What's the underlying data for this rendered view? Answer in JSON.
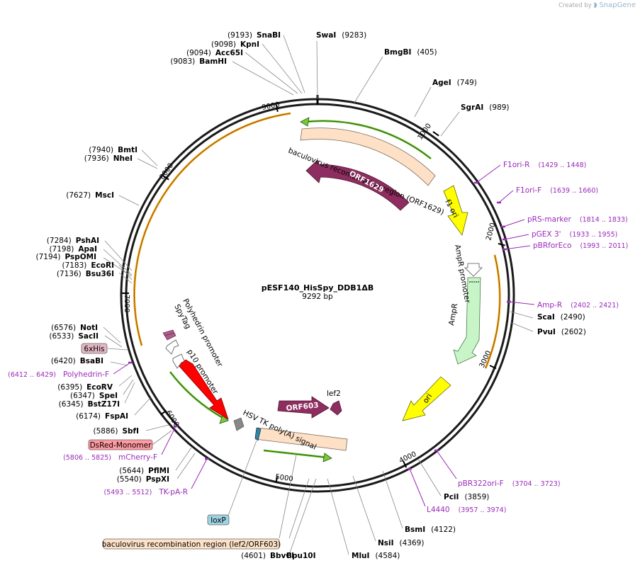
{
  "brand": {
    "prefix": "Created by",
    "name": "SnapGene"
  },
  "plasmid": {
    "name": "pESF140_HisSpy_DDB1ΔB",
    "size": "9292 bp"
  },
  "ticks": [
    "1000",
    "2000",
    "3000",
    "4000",
    "5000",
    "6000",
    "7000",
    "8000",
    "9000"
  ],
  "sites": [
    {
      "name": "SwaI",
      "pos": "(9283)"
    },
    {
      "name": "BmgBI",
      "pos": "(405)"
    },
    {
      "name": "AgeI",
      "pos": "(749)"
    },
    {
      "name": "SgrAI",
      "pos": "(989)"
    },
    {
      "name": "ScaI",
      "pos": "(2490)"
    },
    {
      "name": "PvuI",
      "pos": "(2602)"
    },
    {
      "name": "PciI",
      "pos": "(3859)"
    },
    {
      "name": "BsmI",
      "pos": "(4122)"
    },
    {
      "name": "NsiI",
      "pos": "(4369)"
    },
    {
      "name": "MluI",
      "pos": "(4584)"
    },
    {
      "name": "BbvCI",
      "pos": "(4601)"
    },
    {
      "name": "Bpu10I",
      "pos": ""
    },
    {
      "name": "PspXI",
      "pos": "(5540)"
    },
    {
      "name": "PflMI",
      "pos": "(5644)"
    },
    {
      "name": "SbfI",
      "pos": "(5886)"
    },
    {
      "name": "FspAI",
      "pos": "(6174)"
    },
    {
      "name": "BstZ17I",
      "pos": "(6345)"
    },
    {
      "name": "SpeI",
      "pos": "(6347)"
    },
    {
      "name": "EcoRV",
      "pos": "(6395)"
    },
    {
      "name": "BsaBI",
      "pos": "(6420)"
    },
    {
      "name": "SacII",
      "pos": "(6533)"
    },
    {
      "name": "NotI",
      "pos": "(6576)"
    },
    {
      "name": "Bsu36I",
      "pos": "(7136)"
    },
    {
      "name": "EcoRI",
      "pos": "(7183)"
    },
    {
      "name": "PspOMI",
      "pos": "(7194)"
    },
    {
      "name": "ApaI",
      "pos": "(7198)"
    },
    {
      "name": "PshAI",
      "pos": "(7284)"
    },
    {
      "name": "MscI",
      "pos": "(7627)"
    },
    {
      "name": "NheI",
      "pos": "(7936)"
    },
    {
      "name": "BmtI",
      "pos": "(7940)"
    },
    {
      "name": "BamHI",
      "pos": "(9083)"
    },
    {
      "name": "Acc65I",
      "pos": "(9094)"
    },
    {
      "name": "KpnI",
      "pos": "(9098)"
    },
    {
      "name": "SnaBI",
      "pos": "(9193)"
    }
  ],
  "primers": [
    {
      "name": "F1ori-R",
      "range": "(1429 .. 1448)"
    },
    {
      "name": "F1ori-F",
      "range": "(1639 .. 1660)"
    },
    {
      "name": "pRS-marker",
      "range": "(1814 .. 1833)"
    },
    {
      "name": "pGEX 3'",
      "range": "(1933 .. 1955)"
    },
    {
      "name": "pBRforEco",
      "range": "(1993 .. 2011)"
    },
    {
      "name": "Amp-R",
      "range": "(2402 .. 2421)"
    },
    {
      "name": "pBR322ori-F",
      "range": "(3704 .. 3723)"
    },
    {
      "name": "L4440",
      "range": "(3957 .. 3974)"
    },
    {
      "name": "TK-pA-R",
      "range": "(5493 .. 5512)"
    },
    {
      "name": "mCherry-F",
      "range": "(5806 .. 5825)"
    },
    {
      "name": "Polyhedrin-F",
      "range": "(6412 .. 6429)"
    }
  ],
  "boxed_features": [
    {
      "name": "6xHis",
      "color": "#e3b7c4"
    },
    {
      "name": "DsRed-Monomer",
      "color": "#ff9aa0"
    },
    {
      "name": "loxP",
      "color": "#9ed3e4"
    },
    {
      "name": "baculovirus recombination region (lef2/ORF603)",
      "color": "#fde0c6"
    }
  ],
  "features": {
    "baculo_top": "baculovirus recombination region (ORF1629)",
    "orf1629": "ORF1629",
    "f1ori": "f1 ori",
    "ampr_promoter": "AmpR promoter",
    "ampr": "AmpR",
    "ori": "ori",
    "orf603": "ORF603",
    "lef2": "lef2",
    "hsv": "HSV TK poly(A) signal",
    "polyhedrin": "Polyhedrin promoter",
    "spytag": "SpyTag",
    "p10": "p10 promoter"
  },
  "colors": {
    "orf": "#8e2d5f",
    "yellow": "#ffff00",
    "ampr": "#c8f5c8",
    "red": "#ff0000",
    "orange_arc": "#f6a623",
    "green_arc": "#78c83c",
    "primer": "#9a2ab8",
    "baculo": "#fde0c6"
  }
}
